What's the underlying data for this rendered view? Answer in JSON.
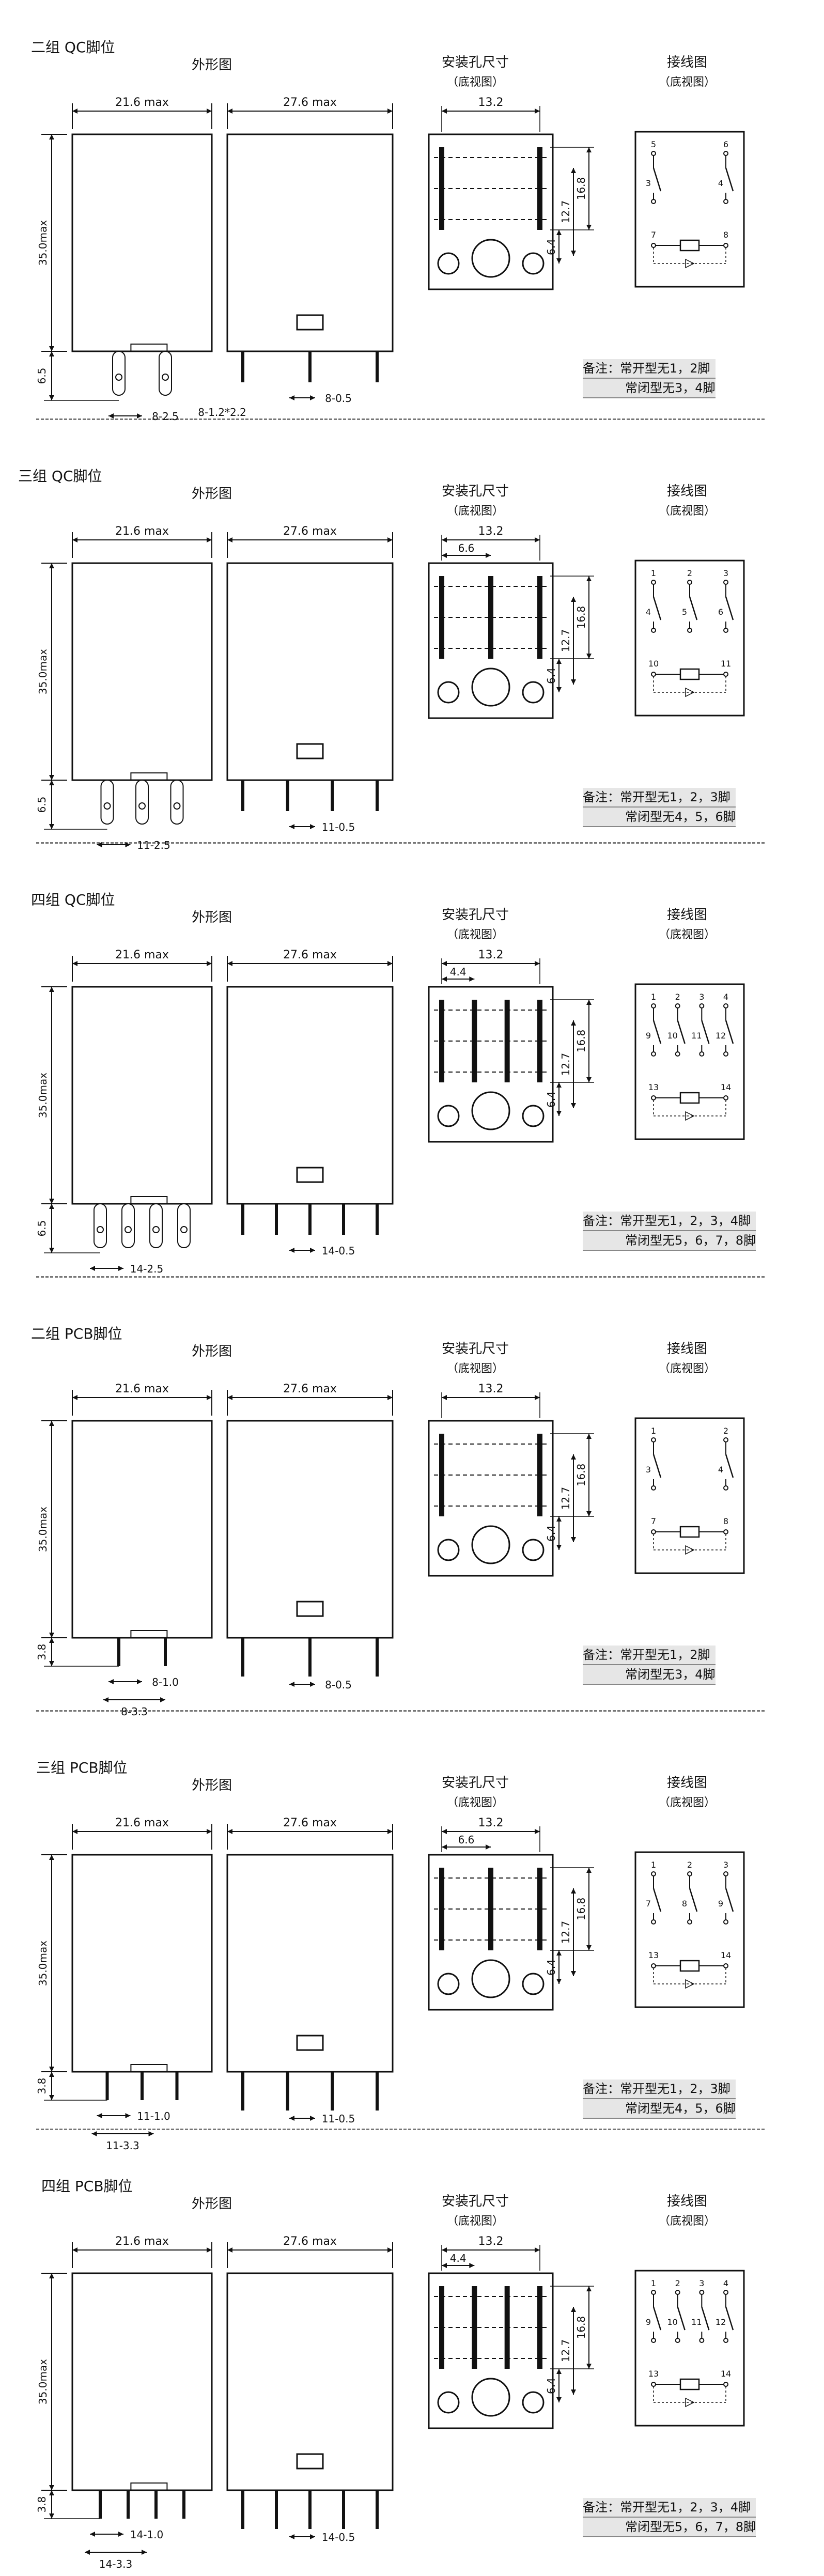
{
  "labels": {
    "outline": "外形图",
    "mounting": "安装孔尺寸",
    "wiring": "接线图",
    "bottom_view": "（底视图）"
  },
  "dims": {
    "width": "21.6 max",
    "depth": "27.6 max",
    "height": "35.0max",
    "hole_span": "13.2",
    "hole_h1": "16.8",
    "hole_h2": "12.7",
    "hole_h3": "6.4",
    "pitch_3": "6.6",
    "pitch_4": "4.4",
    "qc_pin_height": "6.5",
    "pcb_pin_height": "3.8"
  },
  "sections": [
    {
      "title": "二组  QC脚位",
      "contacts": 2,
      "pin_type": "QC",
      "dim_a": "8-2.5",
      "dim_b": "8-1.2*2.2",
      "dim_c": "8-0.5",
      "note_1": "备注：常开型无1，2脚",
      "note_2": "常闭型无3，4脚",
      "pins_top": [
        "5",
        "6"
      ],
      "pins_mid": [
        "3",
        "4"
      ],
      "pins_coil": [
        "7",
        "8"
      ]
    },
    {
      "title": "三组  QC脚位",
      "contacts": 3,
      "pin_type": "QC",
      "dim_a": "11-2.5",
      "dim_c": "11-0.5",
      "note_1": "备注：常开型无1，2，3脚",
      "note_2": "常闭型无4，5，6脚",
      "pins_top": [
        "1",
        "2",
        "3"
      ],
      "pins_mid": [
        "4",
        "5",
        "6"
      ],
      "pins_coil": [
        "10",
        "11"
      ]
    },
    {
      "title": "四组  QC脚位",
      "contacts": 4,
      "pin_type": "QC",
      "dim_a": "14-2.5",
      "dim_c": "14-0.5",
      "note_1": "备注：常开型无1，2，3，4脚",
      "note_2": "常闭型无5，6，7，8脚",
      "pins_top": [
        "1",
        "2",
        "3",
        "4"
      ],
      "pins_mid": [
        "9",
        "10",
        "11",
        "12"
      ],
      "pins_coil": [
        "13",
        "14"
      ]
    },
    {
      "title": "二组  PCB脚位",
      "contacts": 2,
      "pin_type": "PCB",
      "dim_a": "8-1.0",
      "dim_b": "8-3.3",
      "dim_c": "8-0.5",
      "note_1": "备注：常开型无1，2脚",
      "note_2": "常闭型无3，4脚",
      "pins_top": [
        "1",
        "2"
      ],
      "pins_mid": [
        "3",
        "4"
      ],
      "pins_coil": [
        "7",
        "8"
      ]
    },
    {
      "title": "三组  PCB脚位",
      "contacts": 3,
      "pin_type": "PCB",
      "dim_a": "11-1.0",
      "dim_b": "11-3.3",
      "dim_c": "11-0.5",
      "note_1": "备注：常开型无1，2，3脚",
      "note_2": "常闭型无4，5，6脚",
      "pins_top": [
        "1",
        "2",
        "3"
      ],
      "pins_mid": [
        "7",
        "8",
        "9"
      ],
      "pins_coil": [
        "13",
        "14"
      ]
    },
    {
      "title": "四组  PCB脚位",
      "contacts": 4,
      "pin_type": "PCB",
      "dim_a": "14-1.0",
      "dim_b": "14-3.3",
      "dim_c": "14-0.5",
      "note_1": "备注：常开型无1，2，3，4脚",
      "note_2": "常闭型无5，6，7，8脚",
      "pins_top": [
        "1",
        "2",
        "3",
        "4"
      ],
      "pins_mid": [
        "9",
        "10",
        "11",
        "12"
      ],
      "pins_coil": [
        "13",
        "14"
      ]
    }
  ]
}
